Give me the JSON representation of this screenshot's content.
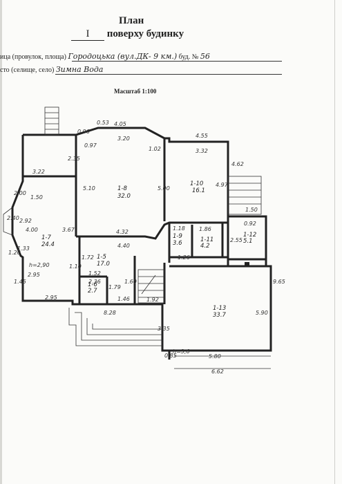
{
  "header": {
    "title": "План",
    "floor_number": "I",
    "floor_suffix": "поверху будинку"
  },
  "address": {
    "street_label": "ица (провулок, площа)",
    "street_value": "Городоцька (вул.ДК- 9 км.)",
    "house_label": "буд. №",
    "house_value": "56",
    "settlement_label": "сто (селище, село)",
    "settlement_value": "Зимна Вода"
  },
  "scale": "Масштаб 1:100",
  "rooms": [
    {
      "id": "1-8",
      "area": "32.0"
    },
    {
      "id": "1-10",
      "area": "16.1"
    },
    {
      "id": "1-7",
      "area": "24.4"
    },
    {
      "id": "1-5",
      "area": "17.0"
    },
    {
      "id": "1-6",
      "area": "2.7"
    },
    {
      "id": "1-9",
      "area": "3.6"
    },
    {
      "id": "1-11",
      "area": "4.2"
    },
    {
      "id": "1-12",
      "area": "5.1"
    },
    {
      "id": "1-13",
      "area": "33.7"
    }
  ],
  "dimensions": {
    "d405": "4.05",
    "d096": "0.96",
    "d053": "0.53",
    "d455": "4.55",
    "d097": "0.97",
    "d320": "3.20",
    "d102": "1.02",
    "d332": "3.32",
    "d235": "2.35",
    "d462": "4.62",
    "d322": "3.22",
    "d510": "5.10",
    "d500": "5.00",
    "d497": "4.97",
    "d200": "2.00",
    "d150a": "1.50",
    "d150b": "1.50",
    "d240": "2.40",
    "d292": "2.92",
    "d400": "4.00",
    "d367": "3.67",
    "d432": "4.32",
    "d440": "4.40",
    "d118": "1.18",
    "d186": "1.86",
    "d092": "0.92",
    "d255": "2.55",
    "d133": "1.33",
    "d126": "1.26",
    "d172": "1.72",
    "d110": "1.10",
    "d152": "1.52",
    "d236": "2.36",
    "d160": "1.60",
    "d179": "1.79",
    "d146": "1.46",
    "d192": "1.92",
    "d828": "8.28",
    "d295a": "2.95",
    "d295b": "2.95",
    "d145": "1.45",
    "d120": "1.20",
    "d335": "3.35",
    "d965": "9.65",
    "d590": "5.90",
    "d580": "5.80",
    "d662": "6.62",
    "d085": "0.85"
  },
  "heights": {
    "h1": "h=2,90",
    "h2": "h=3,6"
  }
}
